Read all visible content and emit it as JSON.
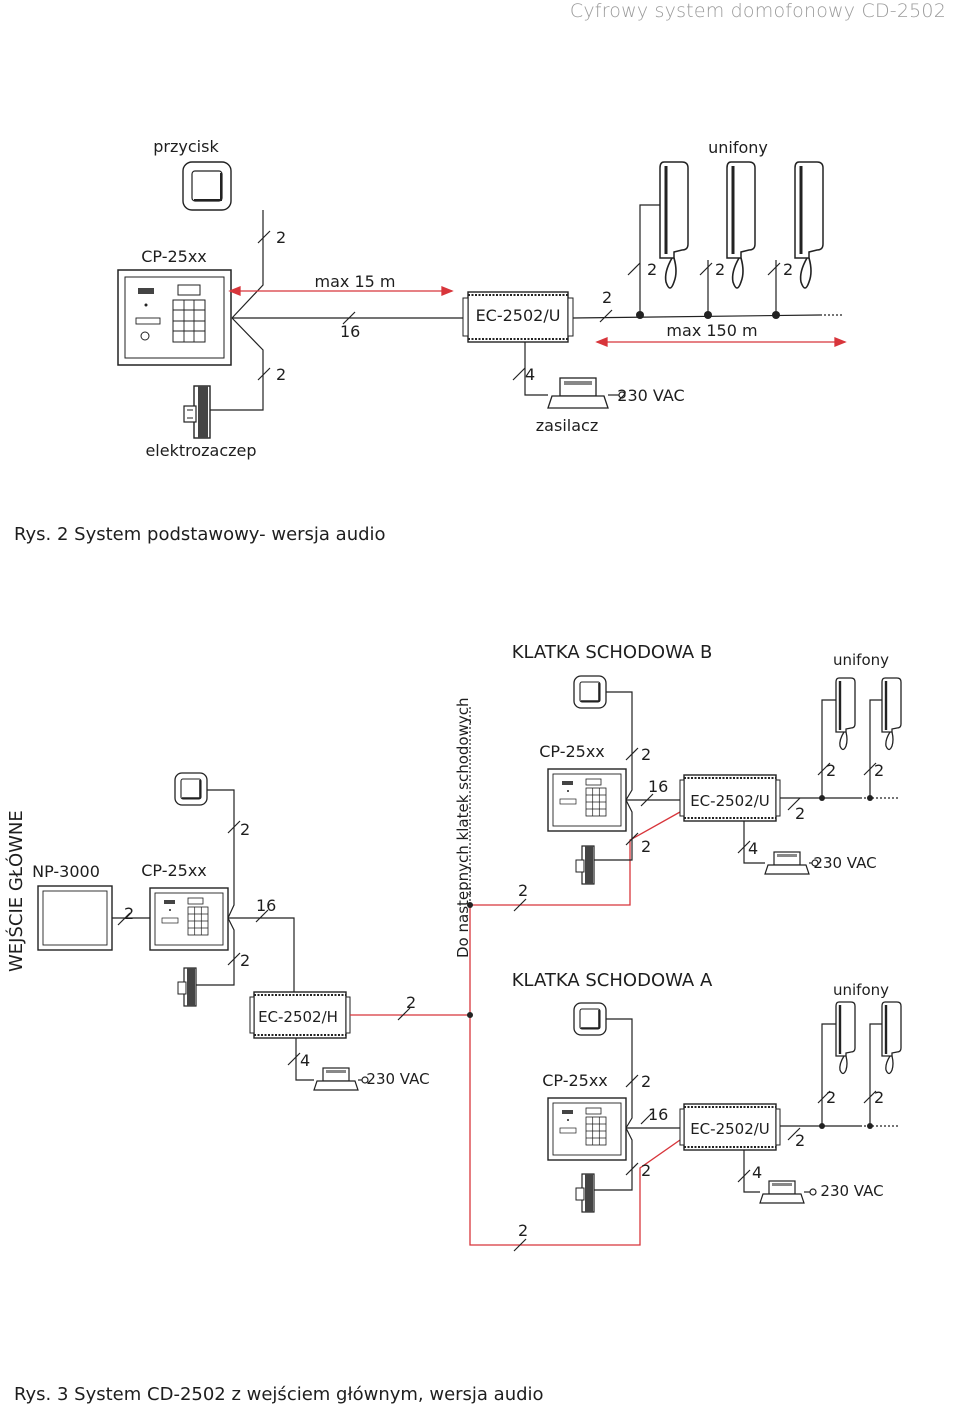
{
  "header": "Cyfrowy system domofonowy CD-2502",
  "fig2": {
    "caption": "Rys. 2 System podstawowy- wersja audio",
    "labels": {
      "button": "przycisk",
      "handsets": "unifony",
      "panel": "CP-25xx",
      "distance1": "max 15 m",
      "distance2": "max 150 m",
      "unit": "EC-2502/U",
      "psu": "zasilacz",
      "mains": "230 VAC",
      "lock": "elektrozaczep",
      "wires_2": "2",
      "wires_4": "4",
      "wires_16": "16"
    }
  },
  "fig3": {
    "caption": "Rys. 3  System CD-2502 z wejściem głównym, wersja audio",
    "labels": {
      "main_entrance": "WEJŚCIE GŁÓWNE",
      "np": "NP-3000",
      "panel": "CP-25xx",
      "unit_h": "EC-2502/H",
      "unit_u": "EC-2502/U",
      "next_stairs": "Do następnych klatek schodowych",
      "stair_b": "KLATKA SCHODOWA B",
      "stair_a": "KLATKA SCHODOWA A",
      "handsets": "unifony",
      "mains": "230 VAC",
      "wires_2": "2",
      "wires_4": "4",
      "wires_16": "16"
    }
  },
  "colors": {
    "wire_red": "#d8353b",
    "line": "#222222",
    "header": "#9a9a9a"
  },
  "icons": [
    "button-icon",
    "door-panel-icon",
    "handset-icon",
    "lock-icon",
    "power-supply-icon",
    "controller-icon",
    "np-panel-icon"
  ]
}
